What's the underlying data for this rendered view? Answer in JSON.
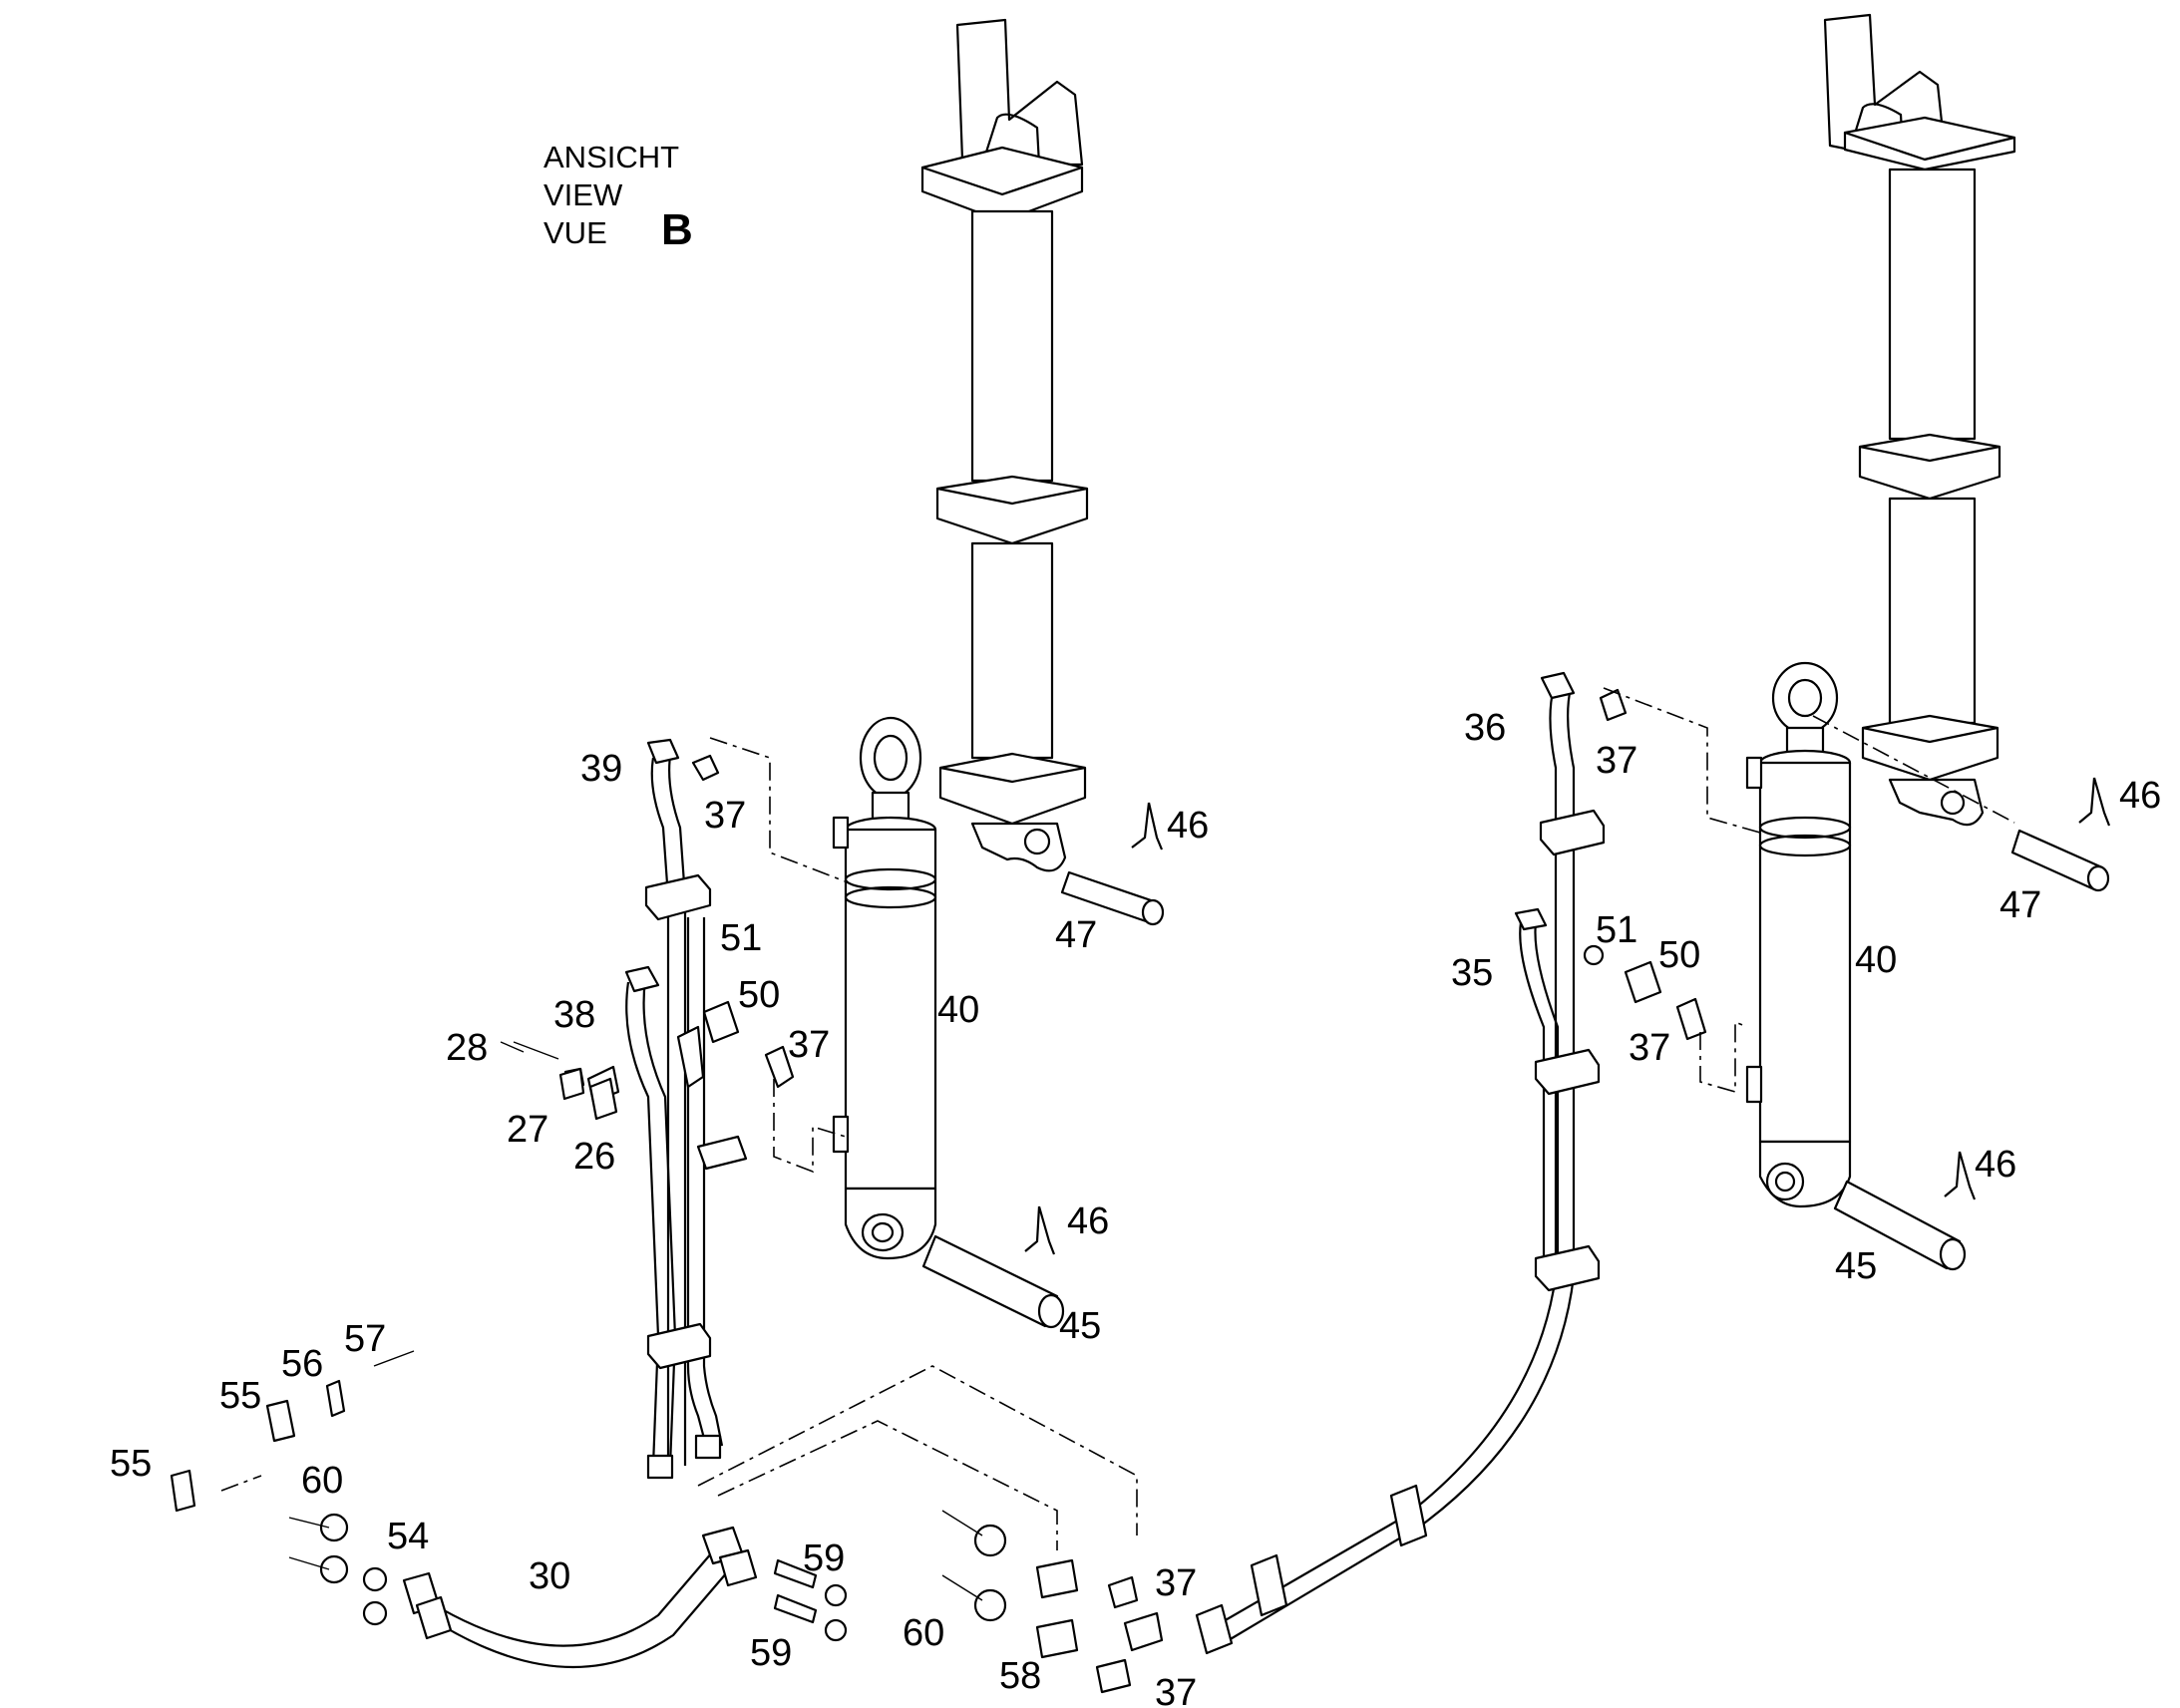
{
  "view_label": {
    "lines": [
      "ANSICHT",
      "VIEW",
      "VUE"
    ],
    "letter": "B"
  },
  "callouts": [
    {
      "id": "c39",
      "text": "39"
    },
    {
      "id": "c37a",
      "text": "37"
    },
    {
      "id": "c51a",
      "text": "51"
    },
    {
      "id": "c38",
      "text": "38"
    },
    {
      "id": "c50a",
      "text": "50"
    },
    {
      "id": "c37b",
      "text": "37"
    },
    {
      "id": "c40a",
      "text": "40"
    },
    {
      "id": "c28",
      "text": "28"
    },
    {
      "id": "c27",
      "text": "27"
    },
    {
      "id": "c26",
      "text": "26"
    },
    {
      "id": "c46a",
      "text": "46"
    },
    {
      "id": "c47a",
      "text": "47"
    },
    {
      "id": "c46b",
      "text": "46"
    },
    {
      "id": "c45a",
      "text": "45"
    },
    {
      "id": "c57",
      "text": "57"
    },
    {
      "id": "c56",
      "text": "56"
    },
    {
      "id": "c55a",
      "text": "55"
    },
    {
      "id": "c55b",
      "text": "55"
    },
    {
      "id": "c60a",
      "text": "60"
    },
    {
      "id": "c54",
      "text": "54"
    },
    {
      "id": "c30",
      "text": "30"
    },
    {
      "id": "c59a",
      "text": "59"
    },
    {
      "id": "c59b",
      "text": "59"
    },
    {
      "id": "c60b",
      "text": "60"
    },
    {
      "id": "c58",
      "text": "58"
    },
    {
      "id": "c37c",
      "text": "37"
    },
    {
      "id": "c37d",
      "text": "37"
    },
    {
      "id": "c36",
      "text": "36"
    },
    {
      "id": "c37e",
      "text": "37"
    },
    {
      "id": "c35",
      "text": "35"
    },
    {
      "id": "c51b",
      "text": "51"
    },
    {
      "id": "c50b",
      "text": "50"
    },
    {
      "id": "c37f",
      "text": "37"
    },
    {
      "id": "c40b",
      "text": "40"
    },
    {
      "id": "c46c",
      "text": "46"
    },
    {
      "id": "c47b",
      "text": "47"
    },
    {
      "id": "c46d",
      "text": "46"
    },
    {
      "id": "c45b",
      "text": "45"
    }
  ]
}
